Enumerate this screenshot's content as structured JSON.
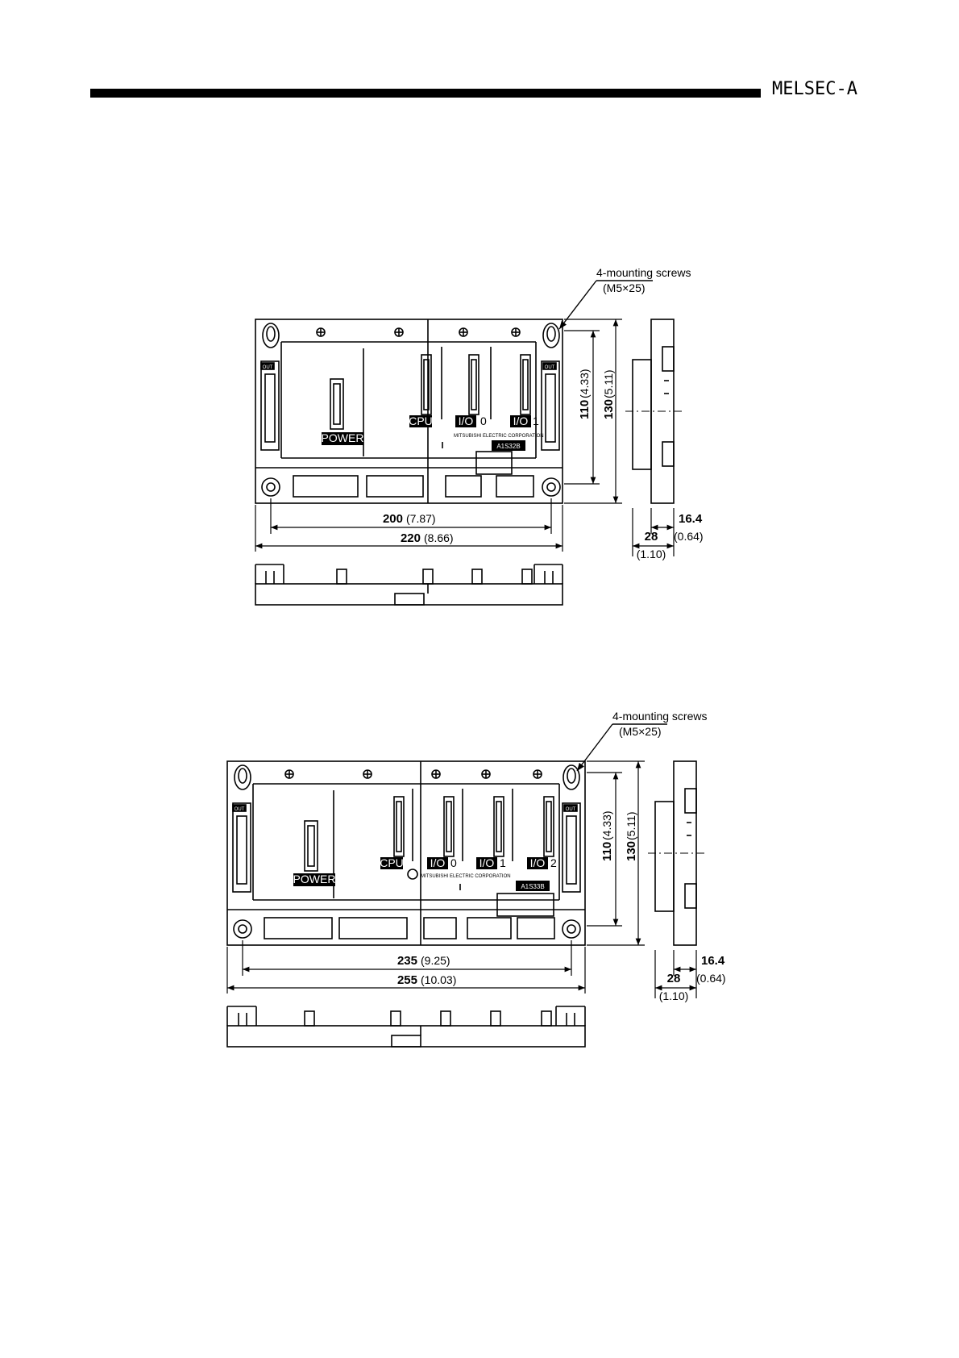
{
  "header": {
    "title": "MELSEC-A"
  },
  "figures": [
    {
      "callout": {
        "line1": "4-mounting screws",
        "line2": "(M5×25)"
      },
      "slots": [
        "CPU",
        "I/O",
        "I/O"
      ],
      "slot_numbers": [
        "0",
        "1"
      ],
      "power_label": "POWER",
      "maker": "MITSUBISHI ELECTRIC CORPORATION",
      "model": "A1S32B",
      "out": "OUT",
      "dims": {
        "inner_w": "200",
        "inner_w_in": "(7.87)",
        "outer_w": "220",
        "outer_w_in": "(8.66)",
        "inner_h": "110",
        "inner_h_in": "(4.33)",
        "outer_h": "130",
        "outer_h_in": "(5.11)",
        "side_a": "16.4",
        "side_a_in": "(0.64)",
        "side_b": "28",
        "side_b_in": "(1.10)"
      }
    },
    {
      "callout": {
        "line1": "4-mounting screws",
        "line2": "(M5×25)"
      },
      "slots": [
        "CPU",
        "I/O",
        "I/O",
        "I/O"
      ],
      "slot_numbers": [
        "0",
        "1",
        "2"
      ],
      "power_label": "POWER",
      "maker": "MITSUBISHI ELECTRIC CORPORATION",
      "model": "A1S33B",
      "out": "OUT",
      "dims": {
        "inner_w": "235",
        "inner_w_in": "(9.25)",
        "outer_w": "255",
        "outer_w_in": "(10.03)",
        "inner_h": "110",
        "inner_h_in": "(4.33)",
        "outer_h": "130",
        "outer_h_in": "(5.11)",
        "side_a": "16.4",
        "side_a_in": "(0.64)",
        "side_b": "28",
        "side_b_in": "(1.10)"
      }
    }
  ]
}
